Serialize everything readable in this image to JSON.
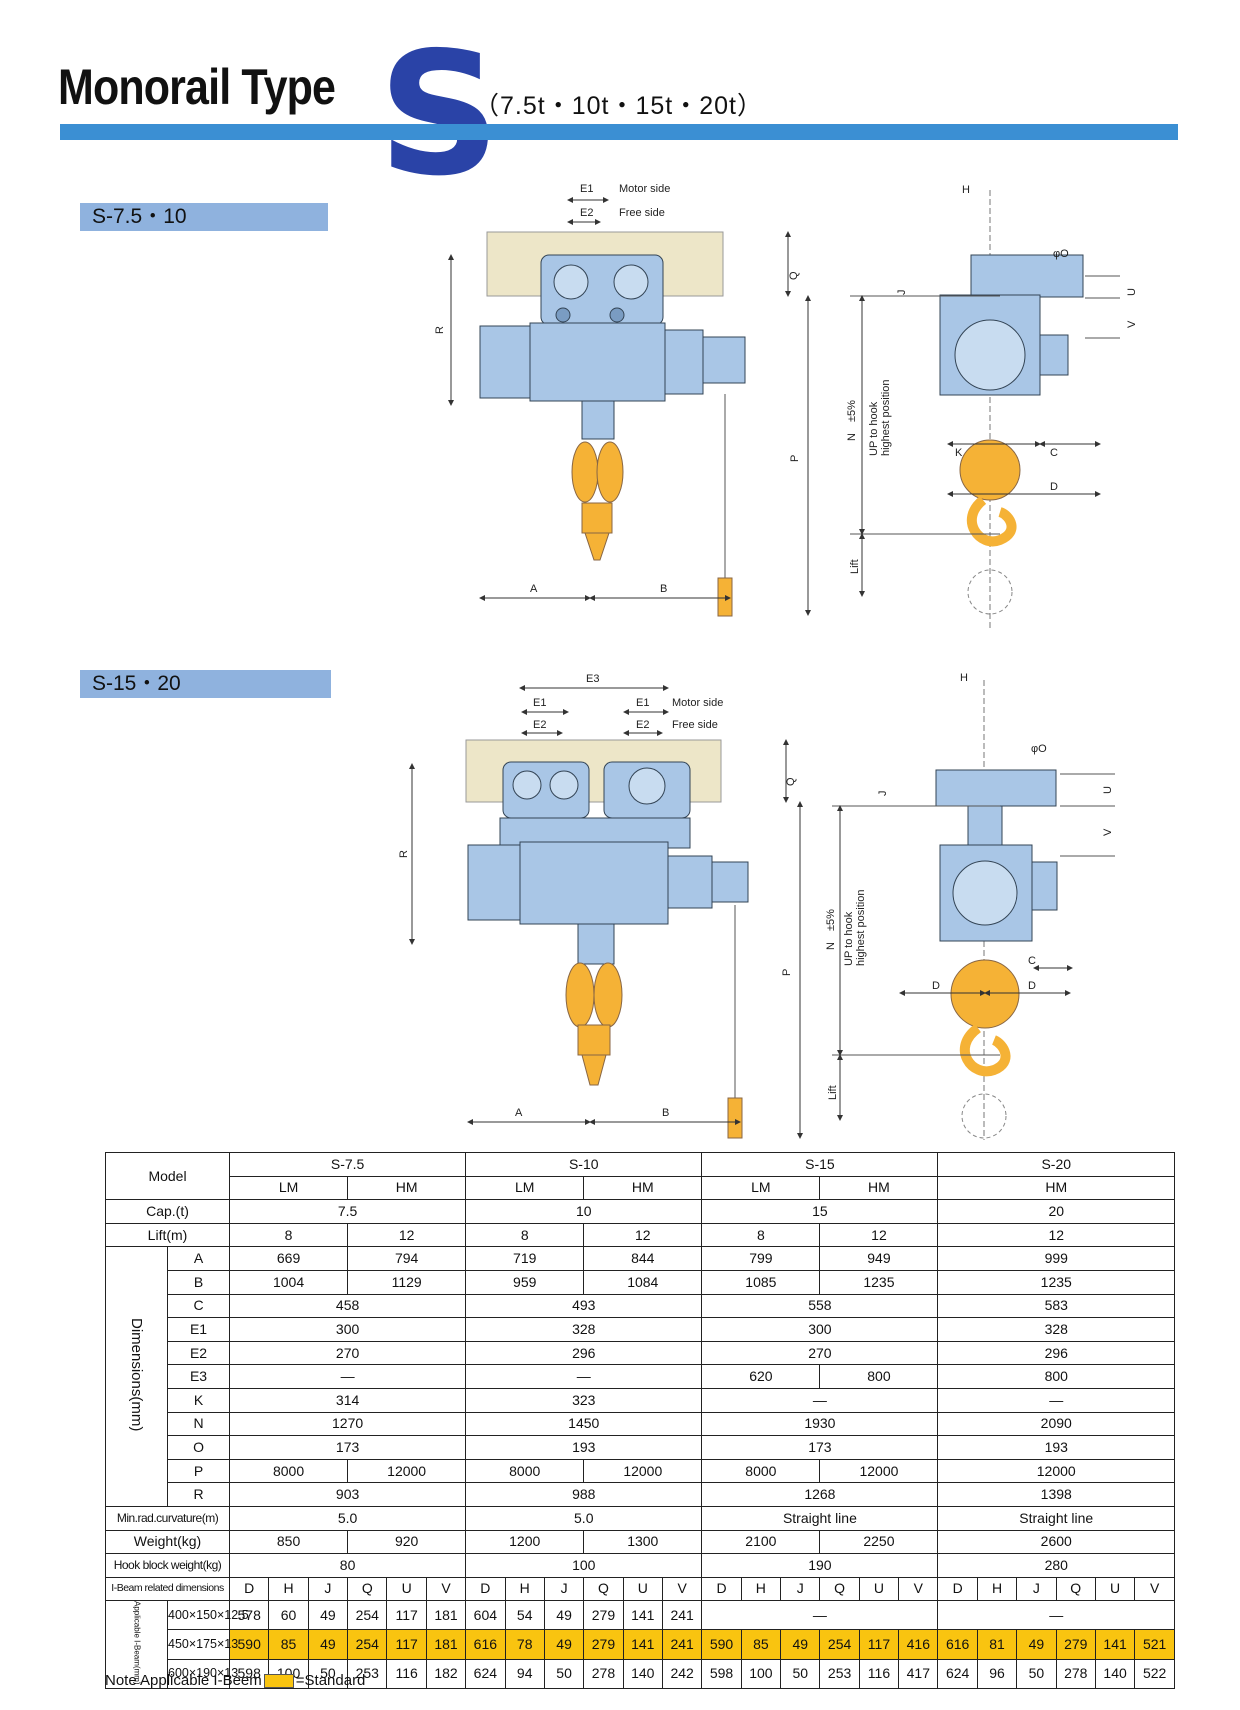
{
  "header": {
    "title": "Monorail Type",
    "letter": "S",
    "capacities": "（7.5t・10t・15t・20t）"
  },
  "sections": {
    "s1": "S-7.5・10",
    "s2": "S-15・20"
  },
  "drawing1": {
    "E1": "E1",
    "E2": "E2",
    "motor_side": "Motor side",
    "free_side": "Free side",
    "Q": "Q",
    "R": "R",
    "P": "P",
    "A": "A",
    "B": "B",
    "N": "N　±5%",
    "up1": "UP to hook",
    "up2": "highest position",
    "lift": "Lift",
    "H": "H",
    "phiO": "φO",
    "J": "J",
    "U": "U",
    "V": "V",
    "K": "K",
    "C": "C",
    "D": "D"
  },
  "drawing2": {
    "E3": "E3",
    "E1": "E1",
    "E2": "E2",
    "motor_side": "Motor side",
    "free_side": "Free side",
    "Q": "Q",
    "R": "R",
    "P": "P",
    "A": "A",
    "B": "B",
    "N": "N　±5%",
    "up1": "UP to hook",
    "up2": "highest position",
    "lift": "Lift",
    "H": "H",
    "phiO": "φO",
    "J": "J",
    "U": "U",
    "V": "V",
    "C": "C",
    "D": "D"
  },
  "colors": {
    "body": "#a9c6e6",
    "hook": "#f5b236",
    "beam": "#ede6c8",
    "bar": "#3b8fd3",
    "standard": "#f9c410"
  },
  "table": {
    "model": "Model",
    "models": [
      "S-7.5",
      "S-10",
      "S-15",
      "S-20"
    ],
    "lm": "LM",
    "hm": "HM",
    "cap_label": "Cap.(t)",
    "caps": [
      "7.5",
      "10",
      "15",
      "20"
    ],
    "lift_label": "Lift(m)",
    "lifts": [
      "8",
      "12",
      "8",
      "12",
      "8",
      "12",
      "12"
    ],
    "dim_label": "Dimensions(mm)",
    "A": {
      "label": "A",
      "v": [
        "669",
        "794",
        "719",
        "844",
        "799",
        "949",
        "999"
      ]
    },
    "B": {
      "label": "B",
      "v": [
        "1004",
        "1129",
        "959",
        "1084",
        "1085",
        "1235",
        "1235"
      ]
    },
    "C": {
      "label": "C",
      "v": [
        "458",
        "493",
        "558",
        "583"
      ]
    },
    "E1": {
      "label": "E1",
      "v": [
        "300",
        "328",
        "300",
        "328"
      ]
    },
    "E2": {
      "label": "E2",
      "v": [
        "270",
        "296",
        "270",
        "296"
      ]
    },
    "E3": {
      "label": "E3",
      "v": [
        "—",
        "—",
        "620",
        "800",
        "800"
      ]
    },
    "K": {
      "label": "K",
      "v": [
        "314",
        "323",
        "—",
        "—"
      ]
    },
    "N": {
      "label": "N",
      "v": [
        "1270",
        "1450",
        "1930",
        "2090"
      ]
    },
    "O": {
      "label": "O",
      "v": [
        "173",
        "193",
        "173",
        "193"
      ]
    },
    "P": {
      "label": "P",
      "v": [
        "8000",
        "12000",
        "8000",
        "12000",
        "8000",
        "12000",
        "12000"
      ]
    },
    "R": {
      "label": "R",
      "v": [
        "903",
        "988",
        "1268",
        "1398"
      ]
    },
    "curv": {
      "label": "Min.rad.curvature(m)",
      "v": [
        "5.0",
        "5.0",
        "Straight line",
        "Straight line"
      ]
    },
    "weight": {
      "label": "Weight(kg)",
      "v": [
        "850",
        "920",
        "1200",
        "1300",
        "2100",
        "2250",
        "2600"
      ]
    },
    "hook": {
      "label": "Hook block weight(kg)",
      "v": [
        "80",
        "100",
        "190",
        "280"
      ]
    },
    "ibeam": {
      "label": "I-Beam related dimensions",
      "cols": [
        "D",
        "H",
        "J",
        "Q",
        "U",
        "V"
      ]
    },
    "applicable": "Applicable I-Beam(mm)",
    "beam1": {
      "size": "400×150×12.5",
      "s75": [
        "578",
        "60",
        "49",
        "254",
        "117",
        "181"
      ],
      "s10": [
        "604",
        "54",
        "49",
        "279",
        "141",
        "241"
      ],
      "s15": "—",
      "s20": "—"
    },
    "beam2": {
      "size": "450×175×13",
      "s75": [
        "590",
        "85",
        "49",
        "254",
        "117",
        "181"
      ],
      "s10": [
        "616",
        "78",
        "49",
        "279",
        "141",
        "241"
      ],
      "s15": [
        "590",
        "85",
        "49",
        "254",
        "117",
        "416"
      ],
      "s20": [
        "616",
        "81",
        "49",
        "279",
        "141",
        "521"
      ]
    },
    "beam3": {
      "size": "600×190×13",
      "s75": [
        "598",
        "100",
        "50",
        "253",
        "116",
        "182"
      ],
      "s10": [
        "624",
        "94",
        "50",
        "278",
        "140",
        "242"
      ],
      "s15": [
        "598",
        "100",
        "50",
        "253",
        "116",
        "417"
      ],
      "s20": [
        "624",
        "96",
        "50",
        "278",
        "140",
        "522"
      ]
    }
  },
  "note": {
    "prefix": "Note Applicable I-Beem",
    "suffix": "=Standard"
  }
}
